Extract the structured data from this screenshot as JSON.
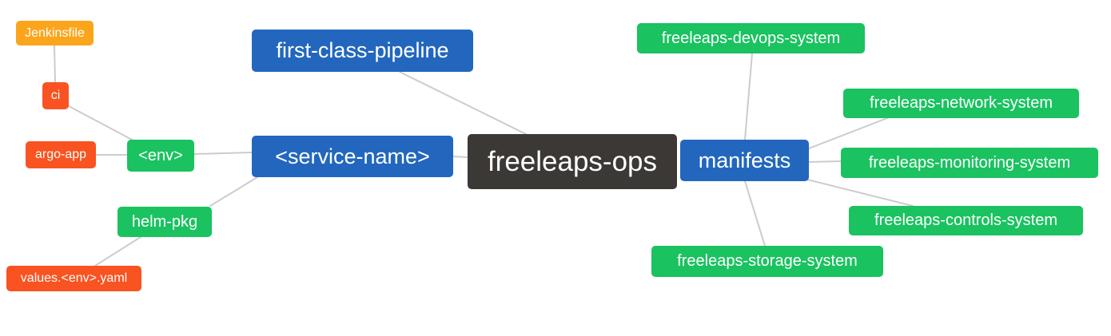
{
  "diagram": {
    "type": "mindmap",
    "root_label": "freeleaps-ops"
  },
  "palette": {
    "root_bg": "#3b3835",
    "branch_bg": "#2267bd",
    "sub_branch_bg": "#1ac260",
    "leaf_bg": "#f95321",
    "file_bg": "#fba51d",
    "edge": "#cccccc",
    "text": "#ffffff",
    "background": "#ffffff"
  },
  "nodes": {
    "root": {
      "label": "freeleaps-ops"
    },
    "first_class_pipeline": {
      "label": "first-class-pipeline"
    },
    "service_name": {
      "label": "<service-name>"
    },
    "manifests": {
      "label": "manifests"
    },
    "env": {
      "label": "<env>"
    },
    "helm_pkg": {
      "label": "helm-pkg"
    },
    "ci": {
      "label": "ci"
    },
    "argo_app": {
      "label": "argo-app"
    },
    "jenkinsfile": {
      "label": "Jenkinsfile"
    },
    "values_env_yaml": {
      "label": "values.<env>.yaml"
    },
    "devops_system": {
      "label": "freeleaps-devops-system"
    },
    "network_system": {
      "label": "freeleaps-network-system"
    },
    "monitoring_system": {
      "label": "freeleaps-monitoring-system"
    },
    "controls_system": {
      "label": "freeleaps-controls-system"
    },
    "storage_system": {
      "label": "freeleaps-storage-system"
    }
  },
  "edges": [
    {
      "from": "jenkinsfile",
      "to": "ci"
    },
    {
      "from": "ci",
      "to": "env"
    },
    {
      "from": "argo_app",
      "to": "env"
    },
    {
      "from": "env",
      "to": "service_name"
    },
    {
      "from": "service_name",
      "to": "helm_pkg"
    },
    {
      "from": "helm_pkg",
      "to": "values_env_yaml"
    },
    {
      "from": "first_class_pipeline",
      "to": "root"
    },
    {
      "from": "service_name",
      "to": "root"
    },
    {
      "from": "manifests",
      "to": "devops_system"
    },
    {
      "from": "manifests",
      "to": "network_system"
    },
    {
      "from": "manifests",
      "to": "monitoring_system"
    },
    {
      "from": "manifests",
      "to": "controls_system"
    },
    {
      "from": "manifests",
      "to": "storage_system"
    }
  ]
}
